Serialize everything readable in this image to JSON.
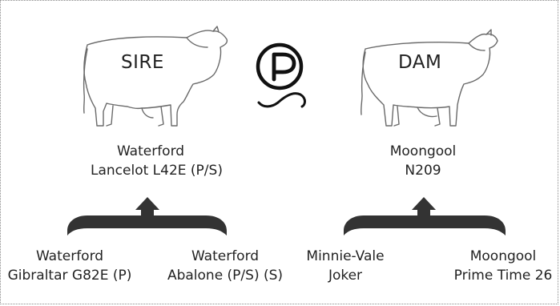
{
  "sire": {
    "label": "SIRE",
    "name_line1": "Waterford",
    "name_line2": "Lancelot L42E (P/S)",
    "parents": [
      {
        "line1": "Waterford",
        "line2": "Gibraltar G82E (P)"
      },
      {
        "line1": "Waterford",
        "line2": "Abalone (P/S) (S)"
      }
    ]
  },
  "dam": {
    "label": "DAM",
    "name_line1": "Moongool",
    "name_line2": "N209",
    "parents": [
      {
        "line1": "Minnie-Vale",
        "line2": "Joker"
      },
      {
        "line1": "Moongool",
        "line2": "Prime Time 26"
      }
    ]
  },
  "poll_symbol": {
    "letter": "P",
    "icon": "poll-symbol-icon"
  },
  "colors": {
    "arrow": "#333333",
    "outline": "#6a6a6a",
    "text": "#222222"
  }
}
